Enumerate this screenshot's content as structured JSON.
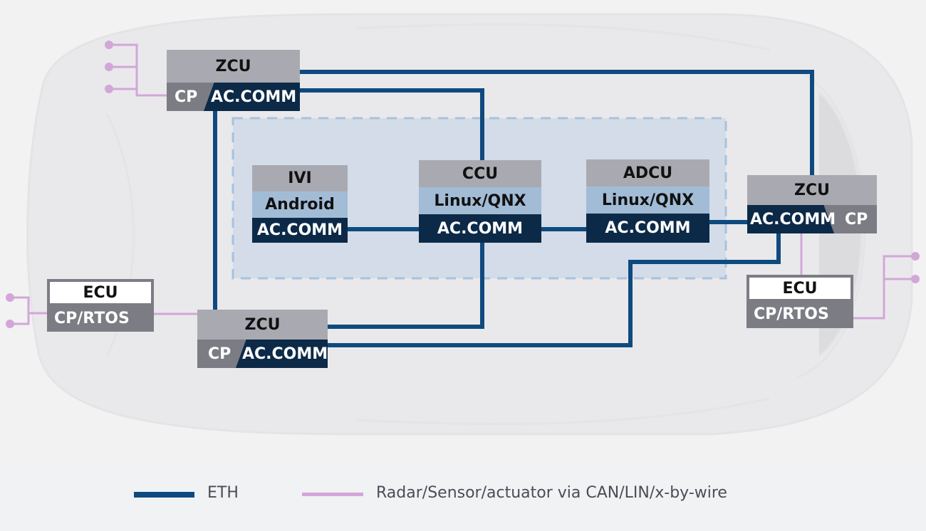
{
  "colors": {
    "eth": "#0f4a7f",
    "sensor": "#d3a6d8",
    "header_gray": "#a9aab1",
    "os_blue": "#a2bcd6",
    "comm_navy": "#0c2a48",
    "cp_gray": "#7b7c84",
    "zone_fill": "#d3dce8",
    "zone_border": "#a8c2de"
  },
  "nodes": {
    "zcu_front_left": {
      "title": "ZCU",
      "left_label": "CP",
      "right_label": "AC.COMM"
    },
    "zcu_rear_left": {
      "title": "ZCU",
      "left_label": "CP",
      "right_label": "AC.COMM"
    },
    "zcu_right": {
      "title": "ZCU",
      "left_label": "AC.COMM",
      "right_label": "CP"
    },
    "ivi": {
      "title": "IVI",
      "os": "Android",
      "comm": "AC.COMM"
    },
    "ccu": {
      "title": "CCU",
      "os": "Linux/QNX",
      "comm": "AC.COMM"
    },
    "adcu": {
      "title": "ADCU",
      "os": "Linux/QNX",
      "comm": "AC.COMM"
    },
    "ecu_left": {
      "title": "ECU",
      "os": "CP/RTOS"
    },
    "ecu_right": {
      "title": "ECU",
      "os": "CP/RTOS"
    }
  },
  "legend": {
    "eth_label": "ETH",
    "sensor_label": "Radar/Sensor/actuator via CAN/LIN/x-by-wire"
  }
}
